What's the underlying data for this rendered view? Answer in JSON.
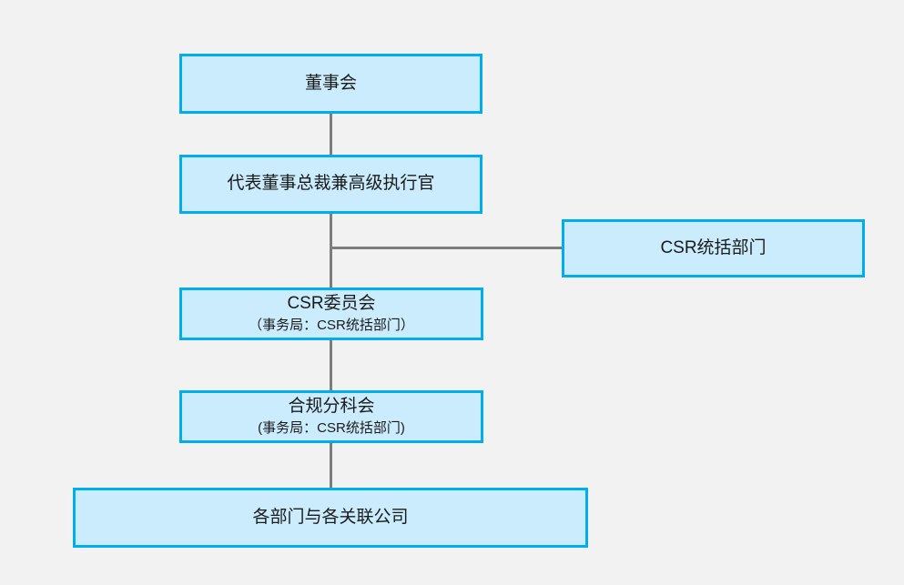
{
  "diagram": {
    "type": "org-chart",
    "background_color": "#f2f2f2",
    "node_fill_color": "#cbecfd",
    "node_border_color": "#00aeef",
    "connector_color": "#7d7d7d",
    "text_color": "#1a1a1a"
  },
  "nodes": [
    {
      "id": "board",
      "label": "董事会"
    },
    {
      "id": "ceo",
      "label": "代表董事总裁兼高级执行官"
    },
    {
      "id": "csr-dept",
      "label": "CSR统括部门"
    },
    {
      "id": "csr-committee",
      "label": "CSR委员会",
      "sublabel": "（事务局：CSR统括部门）"
    },
    {
      "id": "compliance",
      "label": "合规分科会",
      "sublabel": "(事务局：CSR统括部门)"
    },
    {
      "id": "departments",
      "label": "各部门与各关联公司"
    }
  ],
  "edges": [
    {
      "from": "board",
      "to": "ceo"
    },
    {
      "from": "ceo",
      "to": "csr-committee"
    },
    {
      "from": "ceo",
      "to": "csr-dept"
    },
    {
      "from": "csr-committee",
      "to": "compliance"
    },
    {
      "from": "compliance",
      "to": "departments"
    }
  ]
}
